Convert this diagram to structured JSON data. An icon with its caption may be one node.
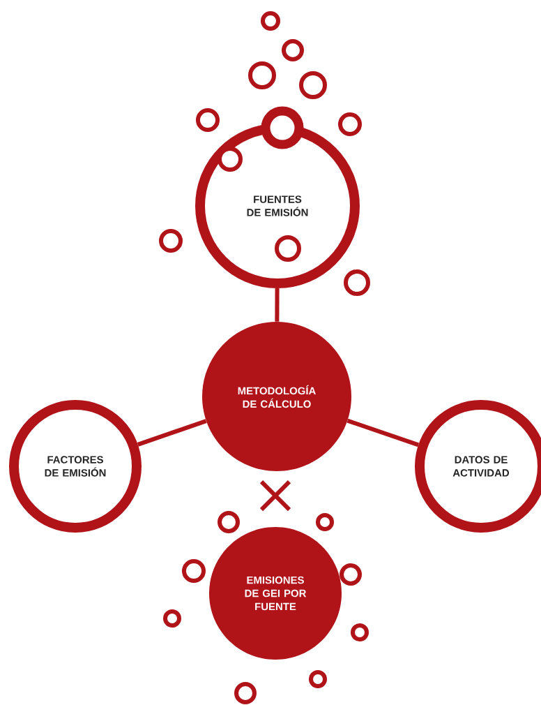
{
  "diagram": {
    "nodes": [
      {
        "text": [
          "FUENTES DE EMISIÓN"
        ]
      },
      {
        "text": [
          "METODOLOGÍA DE CÁLCULO"
        ]
      },
      {
        "text": [
          "FACTORES DE EMISIÓN"
        ]
      },
      {
        "text": [
          "DATOS DE ACTIVIDAD"
        ]
      },
      {
        "text": [
          "EMISIONES DE GEI POR FUENTE"
        ]
      }
    ],
    "edges": [
      {
        "from": 0,
        "to": 1,
        "arrow": "none"
      },
      {
        "from": 1,
        "to": 2,
        "arrow": "none"
      },
      {
        "from": 1,
        "to": 3,
        "arrow": "none"
      }
    ]
  }
}
